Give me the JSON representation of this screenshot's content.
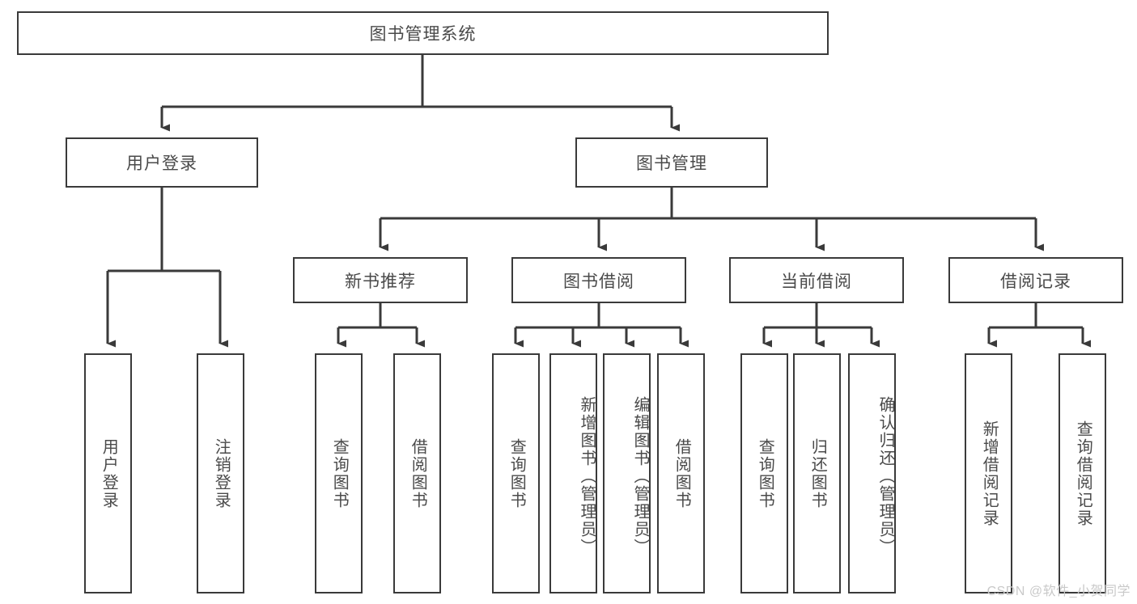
{
  "diagram": {
    "title": "图书管理系统",
    "type": "tree",
    "watermark": "CSDN @软件_小贺同学",
    "colors": {
      "box_border": "#3a3a3a",
      "box_fill": "#ffffff",
      "text": "#4a4a4a",
      "edge": "#3a3a3a",
      "watermark": "#c9c9c9",
      "background": "#ffffff"
    },
    "levels": {
      "root": {
        "label": "图书管理系统",
        "orientation": "horizontal"
      },
      "level2": [
        {
          "label": "用户登录",
          "orientation": "horizontal"
        },
        {
          "label": "图书管理",
          "orientation": "horizontal"
        }
      ],
      "level3": [
        {
          "label": "新书推荐",
          "orientation": "horizontal",
          "parent": "图书管理"
        },
        {
          "label": "图书借阅",
          "orientation": "horizontal",
          "parent": "图书管理"
        },
        {
          "label": "当前借阅",
          "orientation": "horizontal",
          "parent": "图书管理"
        },
        {
          "label": "借阅记录",
          "orientation": "horizontal",
          "parent": "图书管理"
        }
      ],
      "leaves": [
        {
          "label": "用户登录",
          "orientation": "vertical",
          "parent": "用户登录"
        },
        {
          "label": "注销登录",
          "orientation": "vertical",
          "parent": "用户登录"
        },
        {
          "label": "查询图书",
          "orientation": "vertical",
          "parent": "新书推荐"
        },
        {
          "label": "借阅图书",
          "orientation": "vertical",
          "parent": "新书推荐"
        },
        {
          "label": "查询图书",
          "orientation": "vertical",
          "parent": "图书借阅"
        },
        {
          "label": "新增图书（管理员）",
          "orientation": "vertical",
          "parent": "图书借阅"
        },
        {
          "label": "编辑图书（管理员）",
          "orientation": "vertical",
          "parent": "图书借阅"
        },
        {
          "label": "借阅图书",
          "orientation": "vertical",
          "parent": "图书借阅"
        },
        {
          "label": "查询图书",
          "orientation": "vertical",
          "parent": "当前借阅"
        },
        {
          "label": "归还图书",
          "orientation": "vertical",
          "parent": "当前借阅"
        },
        {
          "label": "确认归还（管理员）",
          "orientation": "vertical",
          "parent": "当前借阅"
        },
        {
          "label": "新增借阅记录",
          "orientation": "vertical",
          "parent": "借阅记录"
        },
        {
          "label": "查询借阅记录",
          "orientation": "vertical",
          "parent": "借阅记录"
        }
      ]
    }
  }
}
